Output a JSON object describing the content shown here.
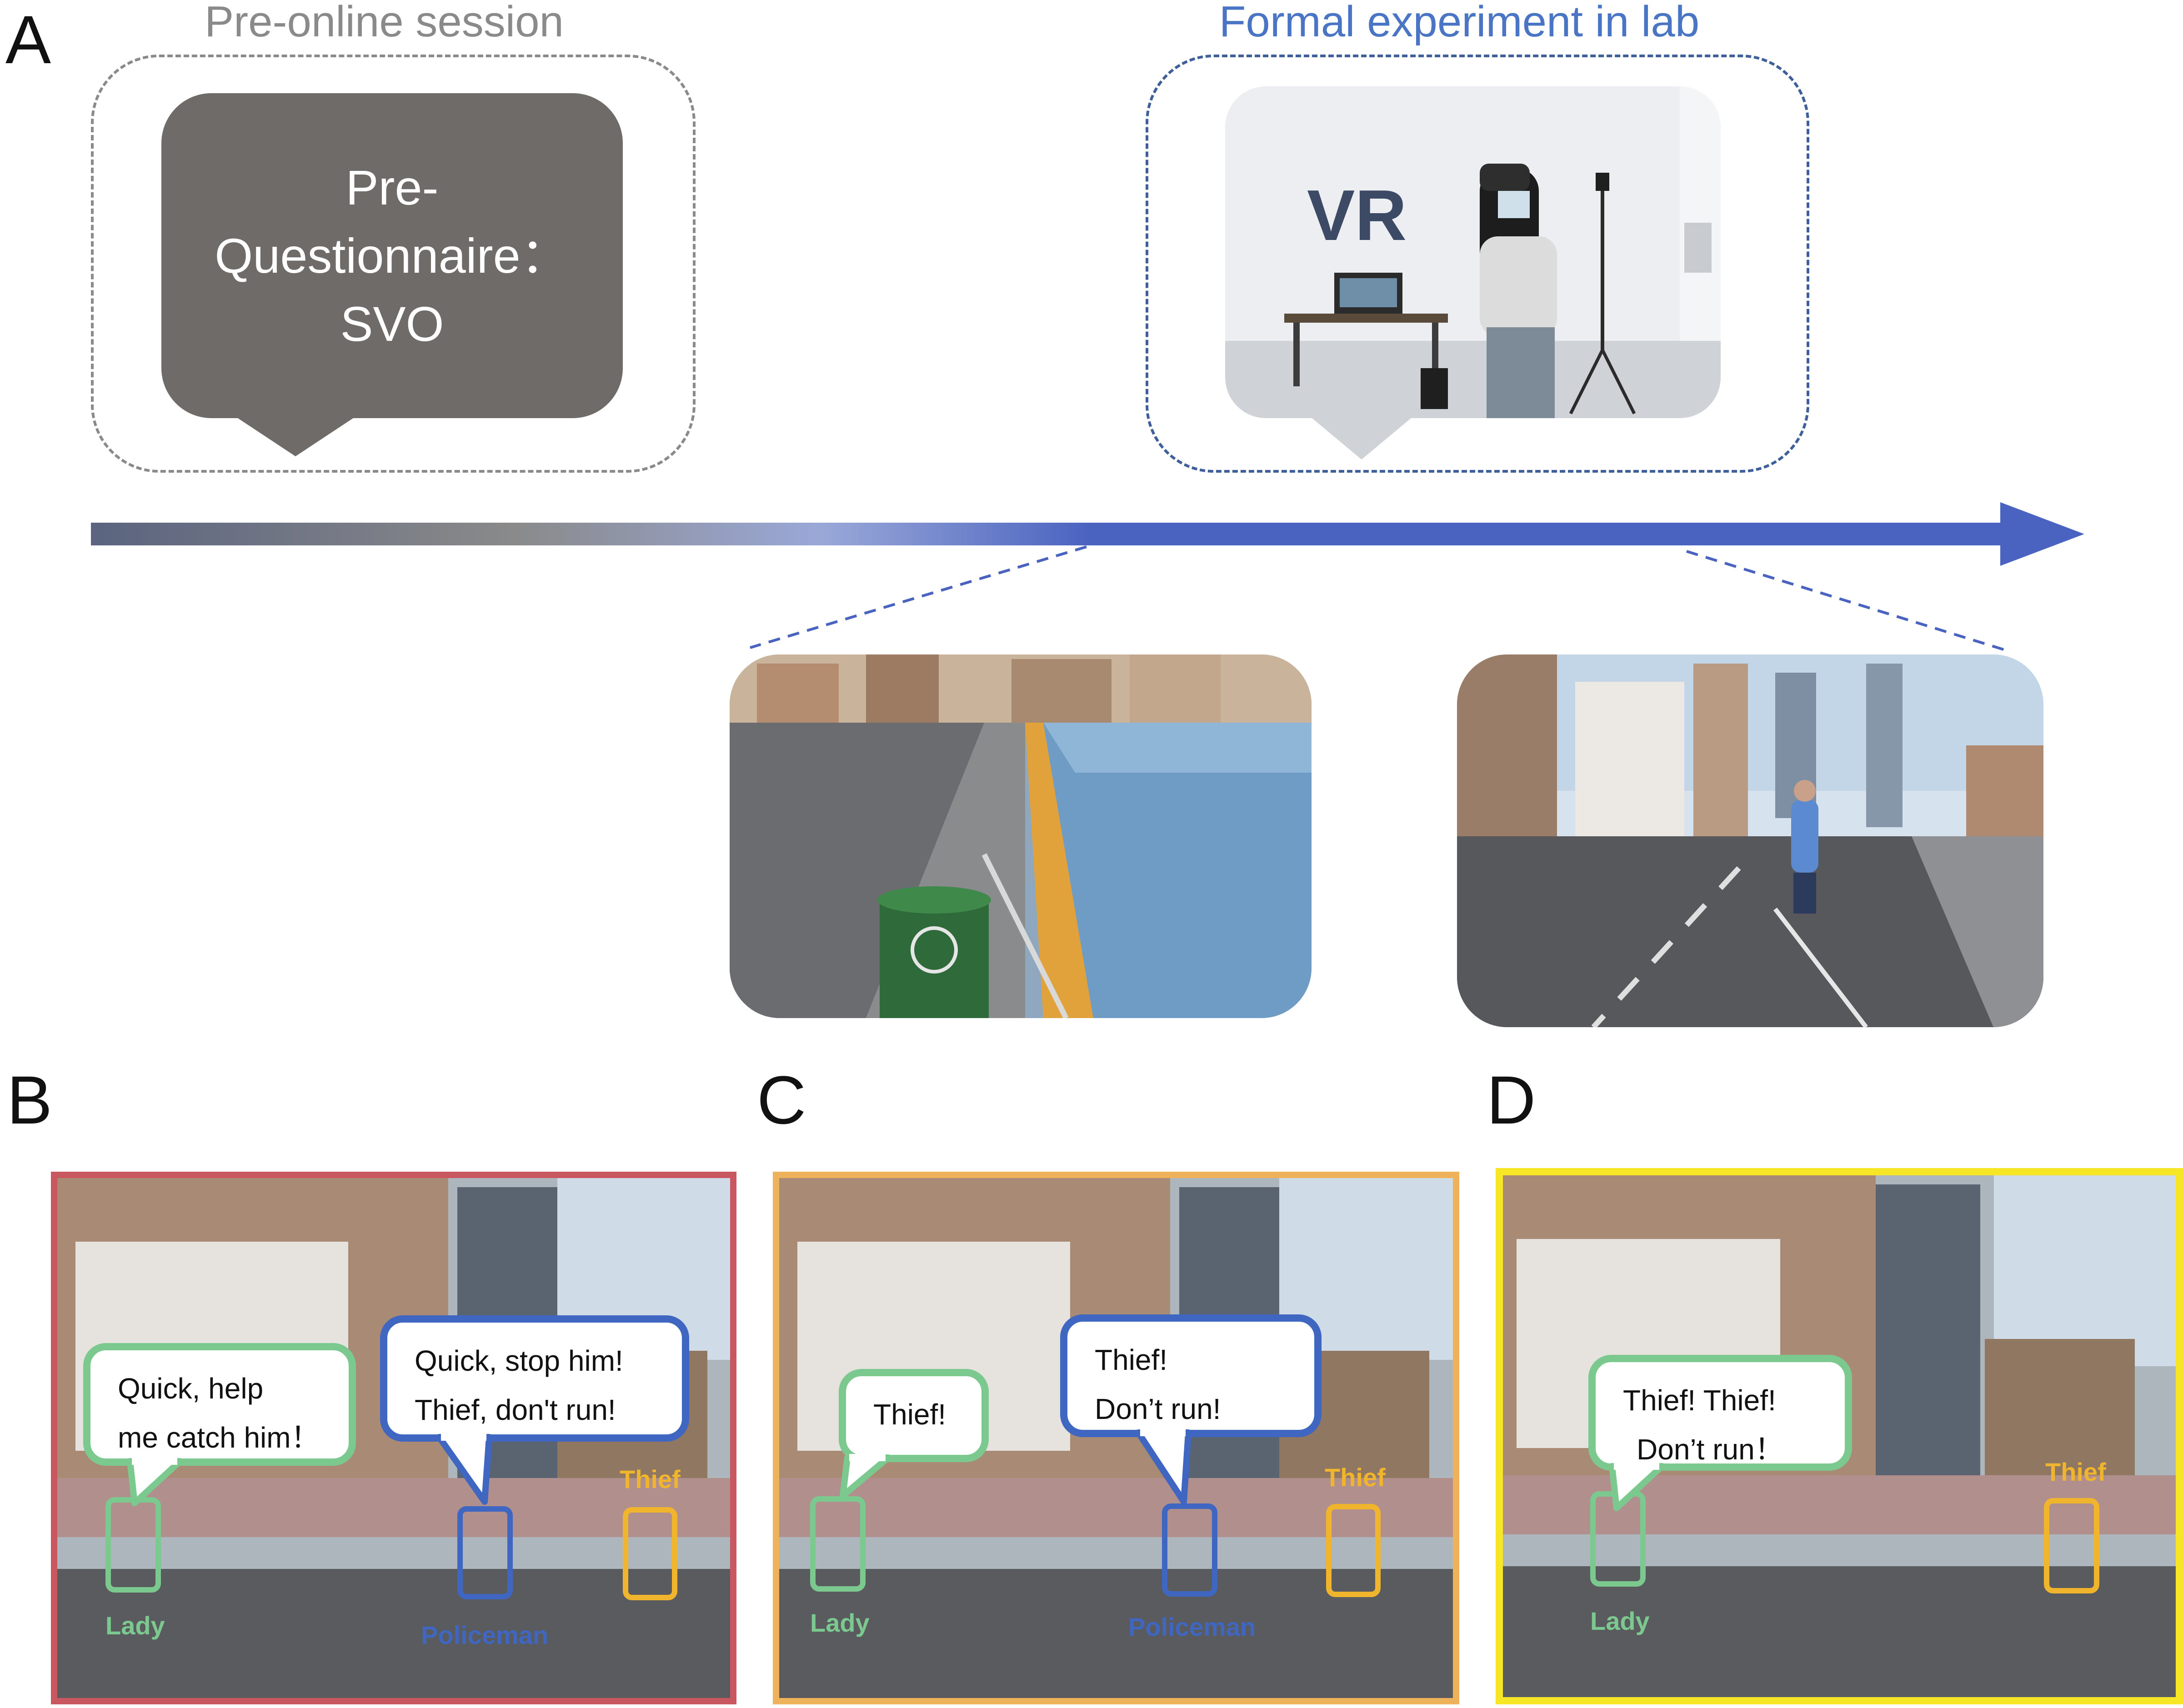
{
  "panels": {
    "a": "A",
    "b": "B",
    "c": "C",
    "d": "D"
  },
  "timeline": {
    "pre_session": {
      "title": "Pre-online session",
      "bubble_lines": [
        "Pre-",
        "Questionnaire：",
        "SVO"
      ]
    },
    "formal": {
      "title": "Formal experiment in lab",
      "photo_label": "VR"
    }
  },
  "scenes": [
    {
      "id": "B",
      "frame_color": "#c8575f",
      "characters": [
        {
          "role": "Lady",
          "color": "#7cc990",
          "speech": [
            "Quick, help",
            "me catch him！"
          ]
        },
        {
          "role": "Policeman",
          "color": "#3f66c0",
          "speech": [
            "Quick, stop him!",
            "Thief, don't run!"
          ]
        },
        {
          "role": "Thief",
          "color": "#f0b52c",
          "speech": []
        }
      ]
    },
    {
      "id": "C",
      "frame_color": "#eeb25a",
      "characters": [
        {
          "role": "Lady",
          "color": "#7cc990",
          "speech": [
            "Thief!"
          ]
        },
        {
          "role": "Policeman",
          "color": "#3f66c0",
          "speech": [
            "Thief!",
            "Don’t run!"
          ]
        },
        {
          "role": "Thief",
          "color": "#f0b52c",
          "speech": []
        }
      ]
    },
    {
      "id": "D",
      "frame_color": "#f7e626",
      "characters": [
        {
          "role": "Lady",
          "color": "#7cc990",
          "speech": [
            "Thief!  Thief!",
            "Don’t run！"
          ]
        },
        {
          "role": "Thief",
          "color": "#f0b52c",
          "speech": []
        }
      ]
    }
  ],
  "colors": {
    "pre_title": "#8a8a8a",
    "formal_title": "#4a74c4",
    "arrow_gray": "#7f7f7f",
    "arrow_blue": "#4a63c0",
    "bubble_dark": "#6e6b69",
    "vr_text": "#3d4a66"
  }
}
